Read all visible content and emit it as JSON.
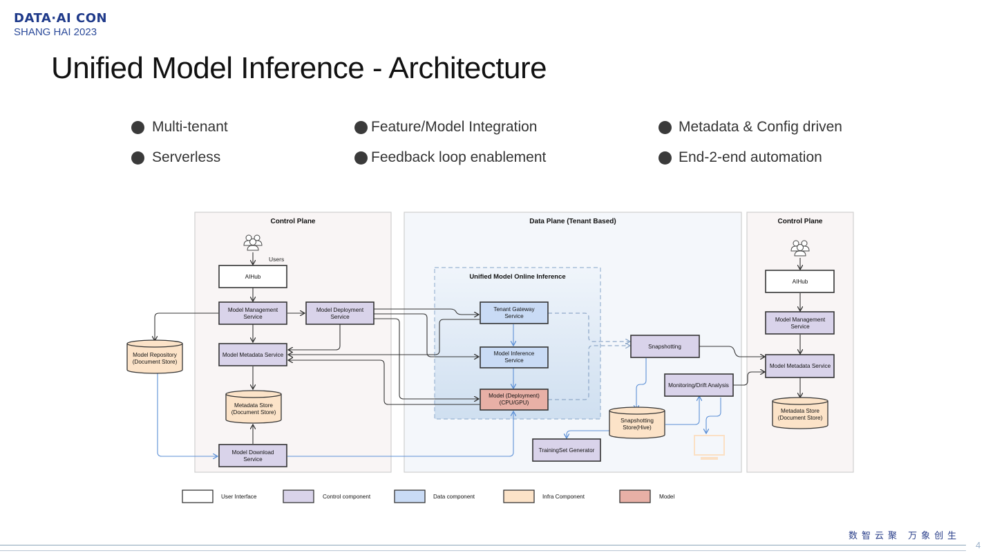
{
  "logo": {
    "line1": "DATA·AI CON",
    "line2": "SHANG HAI  2023"
  },
  "title": "Unified Model Inference - Architecture",
  "bullets": [
    "Multi-tenant",
    "Serverless",
    "Feature/Model Integration",
    "Feedback loop enablement",
    "Metadata & Config driven",
    "End-2-end automation"
  ],
  "diagram": {
    "regions": {
      "control_left": "Control Plane",
      "data_plane": "Data Plane (Tenant Based)",
      "control_right": "Control Plane",
      "umoi": "Unified Model Online Inference"
    },
    "users_label": "Users",
    "nodes": {
      "aihub_l": [
        "AIHub"
      ],
      "mms_l": [
        "Model Management",
        "Service"
      ],
      "mds": [
        "Model Deployment",
        "Service"
      ],
      "mmeta_l": [
        "Model Metadata Service"
      ],
      "mrepo": [
        "Model Repository",
        "(Document Store)"
      ],
      "mstore_l": [
        "Metadata Store",
        "(Document Store)"
      ],
      "mdl": [
        "Model Download",
        "Service"
      ],
      "tgs": [
        "Tenant Gateway",
        "Service"
      ],
      "mis": [
        "Model Inference",
        "Service"
      ],
      "model": [
        "Model (Deployment)",
        "(CPU/GPU)"
      ],
      "snap": [
        "Snapshotting"
      ],
      "mon": [
        "Monitoring/Drift Analysis"
      ],
      "sstore": [
        "Snapshotting",
        "Store(Hive)"
      ],
      "tsg": [
        "TrainingSet Generator"
      ],
      "aihub_r": [
        "AIHub"
      ],
      "mms_r": [
        "Model Management",
        "Service"
      ],
      "mmeta_r": [
        "Model Metadata Service"
      ],
      "mstore_r": [
        "Metadata Store",
        "(Document Store)"
      ]
    },
    "legend": [
      {
        "label": "User Interface",
        "color": "#ffffff"
      },
      {
        "label": "Control component",
        "color": "#d9d3ea"
      },
      {
        "label": "Data component",
        "color": "#c9dbf5"
      },
      {
        "label": "Infra Component",
        "color": "#fce3c8"
      },
      {
        "label": "Model",
        "color": "#e8b0a6"
      }
    ],
    "colors": {
      "ui": "#ffffff",
      "control": "#d9d3ea",
      "data": "#c9dbf5",
      "infra": "#fce3c8",
      "model": "#e8b0a6",
      "blue_flow": "#5b8fd6",
      "dashed": "#9bb5d3"
    }
  },
  "footer": {
    "slogan": "数智云聚  万象创生",
    "page": "4"
  }
}
